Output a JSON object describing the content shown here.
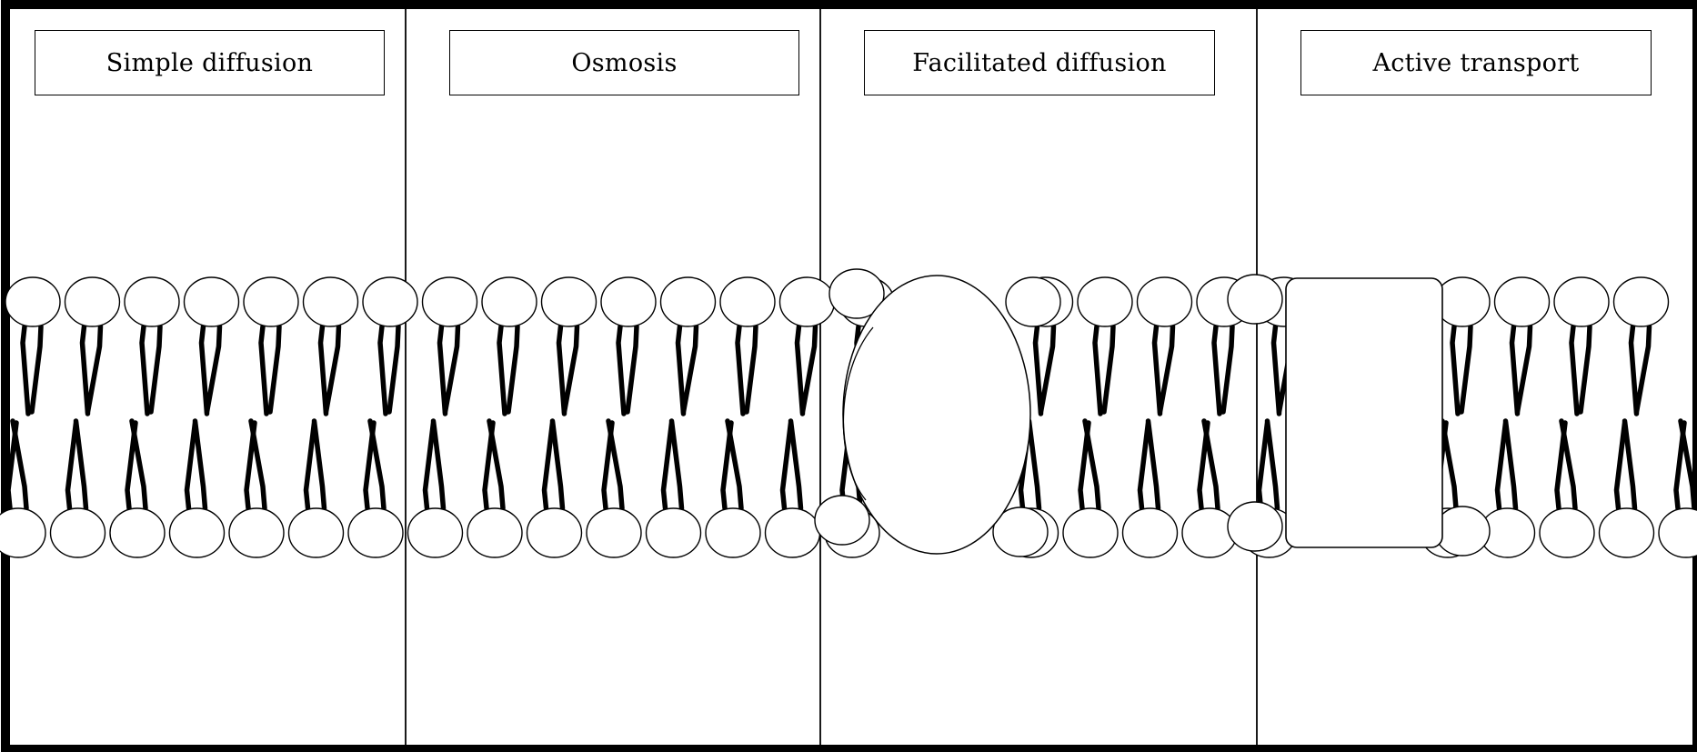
{
  "panels": [
    {
      "title": "Simple diffusion"
    },
    {
      "title": "Osmosis"
    },
    {
      "title": "Facilitated diffusion"
    },
    {
      "title": "Active transport"
    }
  ],
  "colors": {
    "line": "#000000",
    "background": "#ffffff"
  }
}
